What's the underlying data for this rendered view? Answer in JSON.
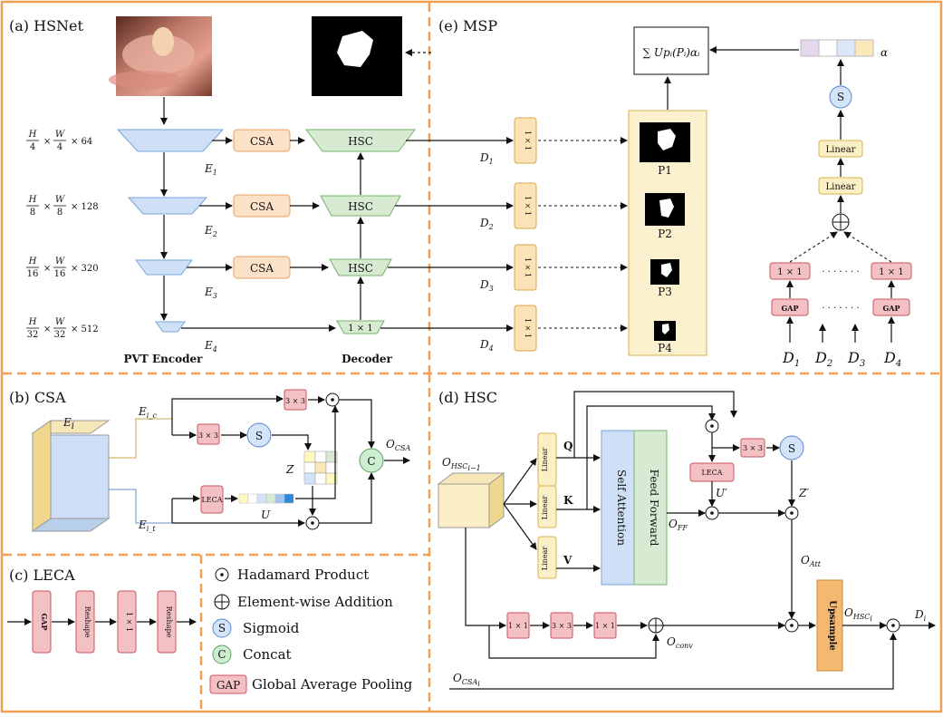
{
  "sections": {
    "hsnet": "(a)  HSNet",
    "msp": "(e)  MSP",
    "csa": "(b)  CSA",
    "hsc": "(d)  HSC",
    "leca": "(c)  LECA"
  },
  "hsnet": {
    "scales": [
      {
        "num": "H",
        "den": "4",
        "wnum": "W",
        "wden": "4",
        "ch": "× 64"
      },
      {
        "num": "H",
        "den": "8",
        "wnum": "W",
        "wden": "8",
        "ch": "× 128"
      },
      {
        "num": "H",
        "den": "16",
        "wnum": "W",
        "wden": "16",
        "ch": "× 320"
      },
      {
        "num": "H",
        "den": "32",
        "wnum": "W",
        "wden": "32",
        "ch": "× 512"
      }
    ],
    "times": "×",
    "csa_label": "CSA",
    "hsc_label": "HSC",
    "conv_label": "1 × 1",
    "encoder_outputs": [
      "E",
      "E",
      "E",
      "E"
    ],
    "encoder_subs": [
      "1",
      "2",
      "3",
      "4"
    ],
    "decoder_outputs": [
      "D",
      "D",
      "D",
      "D"
    ],
    "decoder_subs": [
      "1",
      "2",
      "3",
      "4"
    ],
    "encoder_label": "PVT Encoder",
    "decoder_label": "Decoder"
  },
  "msp": {
    "formula": "∑ Upᵢ(Pᵢ)αᵢ",
    "preds": [
      "P1",
      "P2",
      "P3",
      "P4"
    ],
    "alpha": "α",
    "sigmoid": "S",
    "linear": "Linear",
    "gap": "GAP",
    "conv": "1 × 1",
    "dots": "· · · · · · ·",
    "d_labels": [
      "D",
      "D",
      "D",
      "D"
    ],
    "d_subs": [
      "1",
      "2",
      "3",
      "4"
    ]
  },
  "csa": {
    "ei": "E",
    "ei_sub": "i",
    "eic": "E",
    "eic_sub": "i_c",
    "eit": "E",
    "eit_sub": "i_t",
    "conv3": "3 × 3",
    "sigmoid": "S",
    "leca": "LECA",
    "z": "Z",
    "u": "U",
    "concat": "C",
    "out": "O",
    "out_sub": "CSA"
  },
  "leca": {
    "gap": "GAP",
    "reshape": "Reshape",
    "conv": "1 × 1"
  },
  "legend": {
    "hadamard": "Hadamard Product",
    "addition": "Element-wise Addition",
    "sigmoid": "Sigmoid",
    "concat": "Concat",
    "gap_box": "GAP",
    "gap_text": "Global Average Pooling",
    "s": "S",
    "c": "C"
  },
  "hsc": {
    "input": "O",
    "input_sub": "HSC",
    "input_subsub": "i−1",
    "linear": "Linear",
    "q": "Q",
    "k": "K",
    "v": "V",
    "self_attention": "Self Attention",
    "feed_forward": "Feed Forward",
    "off": "O",
    "off_sub": "FF",
    "leca": "LECA",
    "conv3": "3 × 3",
    "conv1": "1 × 1",
    "sigmoid": "S",
    "u_prime": "U",
    "z_prime": "Z",
    "prime": "′",
    "oatt": "O",
    "oatt_sub": "Att",
    "oconv": "O",
    "oconv_sub": "conv",
    "upsample": "Upsample",
    "ohsc": "O",
    "ohsc_sub": "HSC",
    "ohsc_subsub": "i",
    "di": "D",
    "di_sub": "i",
    "ocsa": "O",
    "ocsa_sub": "CSA",
    "ocsa_subsub": "i"
  },
  "colors": {
    "section_border": "#f0a050",
    "encoder": "#cfe0f6",
    "encoder_stroke": "#7aa6d8",
    "csa_box": "#fbe1c8",
    "csa_stroke": "#e8a066",
    "hsc_box": "#d6ebd2",
    "hsc_stroke": "#77b26c",
    "conv_box": "#fbe3b8",
    "conv_stroke": "#d9a548",
    "pink_box": "#f3c0c4",
    "pink_stroke": "#c8555d",
    "linear_box": "#fbefc5",
    "linear_stroke": "#d9b04d",
    "sigmoid_fill": "#d4e4fb",
    "concat_fill": "#cdeed0",
    "msp_panel": "#fbf1cf",
    "upsample": "#f5b870",
    "self_att": "#cfe0f6",
    "feed_fwd": "#d6ebd2"
  }
}
